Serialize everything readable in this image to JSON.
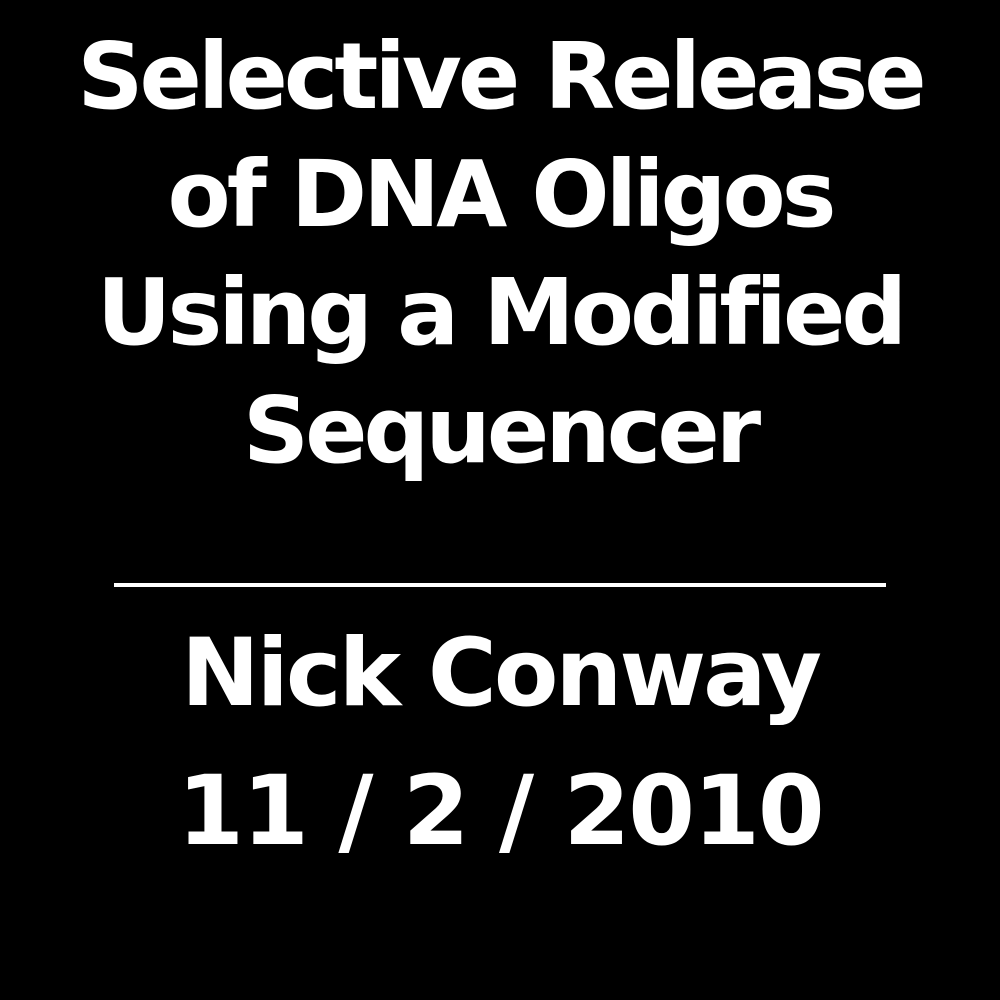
{
  "title": {
    "lines": [
      "Selective Release",
      "of DNA Oligos",
      "Using a Modified",
      "Sequencer"
    ]
  },
  "author": "Nick Conway",
  "date": "11 / 2 / 2010",
  "colors": {
    "background": "#000000",
    "text": "#ffffff",
    "divider": "#ffffff"
  }
}
